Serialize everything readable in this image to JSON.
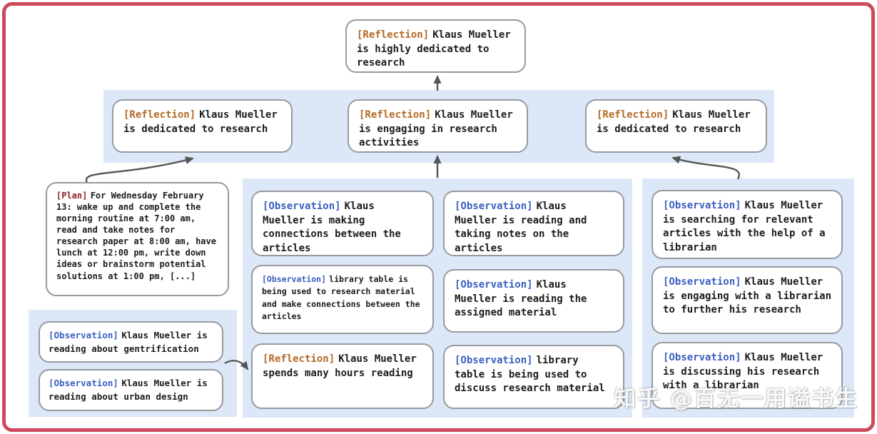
{
  "colors": {
    "frame_border": "#cd4a5c",
    "band_background": "#dce8f8",
    "card_border": "#97999e",
    "reflection_tag": "#b26a24",
    "plan_tag": "#8e1f1f",
    "observation_tag": "#3a5fc0",
    "body_text": "#1c1c1c",
    "arrow": "#555555"
  },
  "nodes": {
    "root": {
      "tag": "[Reflection]",
      "text": "Klaus Mueller is highly dedicated to research"
    },
    "level2": [
      {
        "tag": "[Reflection]",
        "text": "Klaus Mueller is dedicated to research"
      },
      {
        "tag": "[Reflection]",
        "text": "Klaus Mueller is engaging in research activities"
      },
      {
        "tag": "[Reflection]",
        "text": "Klaus Mueller is dedicated to research"
      }
    ],
    "plan": {
      "tag": "[Plan]",
      "text": "For Wednesday February 13: wake up and complete the morning routine at 7:00 am, read and take notes for research paper at 8:00 am, have lunch at 12:00 pm, write down ideas or brainstorm potential solutions at 1:00 pm, [...]"
    },
    "left_group": [
      {
        "tag": "[Observation]",
        "text": "Klaus Mueller is reading about gentrification"
      },
      {
        "tag": "[Observation]",
        "text": "Klaus Mueller is reading about urban design"
      }
    ],
    "mid_col1": [
      {
        "tag": "[Observation]",
        "text": "Klaus Mueller is making connections between the articles"
      },
      {
        "tag": "[Observation]",
        "text": "library table is being used to research material and make connections between the articles"
      },
      {
        "tag": "[Reflection]",
        "text": "Klaus Mueller spends many hours reading"
      }
    ],
    "mid_col2": [
      {
        "tag": "[Observation]",
        "text": "Klaus Mueller is reading and taking notes on the articles"
      },
      {
        "tag": "[Observation]",
        "text": "Klaus Mueller is reading the assigned material"
      },
      {
        "tag": "[Observation]",
        "text": "library table is being used to discuss research material"
      }
    ],
    "right_group": [
      {
        "tag": "[Observation]",
        "text": "Klaus Mueller is searching for relevant articles with the help of a librarian"
      },
      {
        "tag": "[Observation]",
        "text": "Klaus Mueller is engaging with a librarian to further his research"
      },
      {
        "tag": "[Observation]",
        "text": "Klaus Mueller is discussing his research with a librarian"
      }
    ]
  },
  "watermark": "知乎 @百无一用谥书生"
}
